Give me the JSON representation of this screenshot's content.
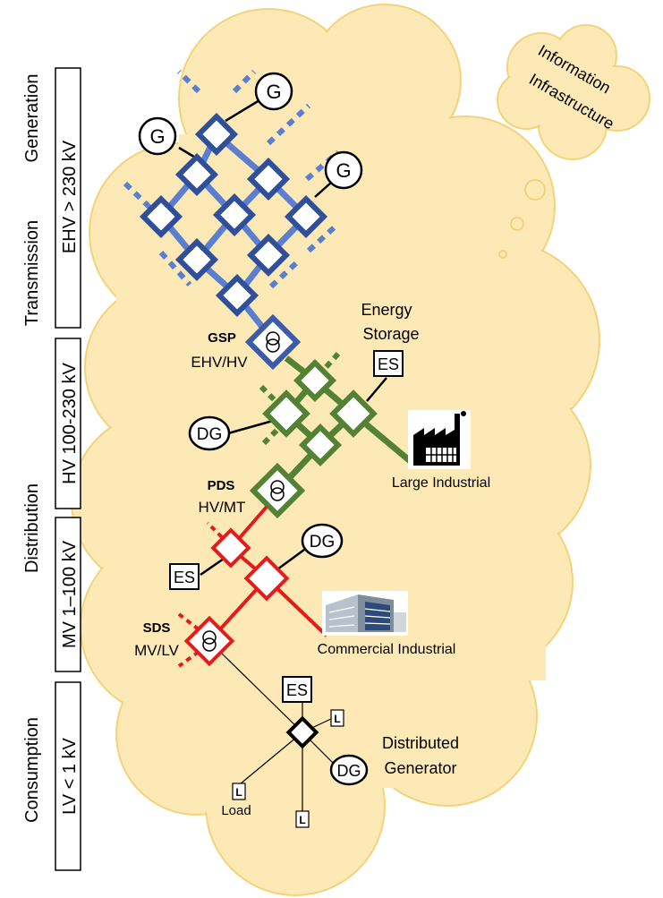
{
  "stage_labels": {
    "generation": "Generation",
    "transmission": "Transmission",
    "distribution": "Distribution",
    "consumption": "Consumption"
  },
  "voltage_boxes": {
    "ehv": "EHV  >  230 kV",
    "hv": "HV  100-230 kV",
    "mv": "MV 1–100 kV",
    "lv": "LV  <  1 kV"
  },
  "info_cloud": {
    "line1": "Information",
    "line2": "Infrastructure"
  },
  "substations": {
    "gsp": {
      "name": "GSP",
      "sub": "EHV/HV"
    },
    "pds": {
      "name": "PDS",
      "sub": "HV/MT"
    },
    "sds": {
      "name": "SDS",
      "sub": "MV/LV"
    }
  },
  "labels": {
    "energy_storage_1": "Energy",
    "energy_storage_2": "Storage",
    "large_industrial": "Large Industrial",
    "commercial_industrial": "Commercial Industrial",
    "distributed_1": "Distributed",
    "distributed_2": "Generator",
    "load": "Load"
  },
  "symbols": {
    "generator": "G",
    "dg": "DG",
    "es": "ES",
    "load": "L"
  },
  "colors": {
    "cloud_fill": "#FDE9B5",
    "cloud_stroke": "#F5D77A",
    "transmission": "#3B5BA9",
    "transmission_light": "#5B7FD0",
    "hv_green": "#548235",
    "mv_red": "#E31B1B",
    "lv_black": "#000000"
  }
}
